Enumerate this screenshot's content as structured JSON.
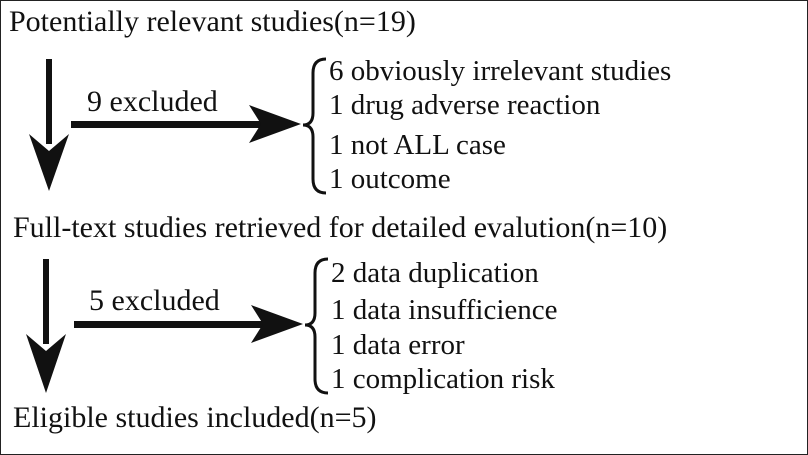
{
  "stages": [
    {
      "label": "Potentially relevant studies(n=19)"
    },
    {
      "label": "Full-text studies retrieved for detailed evalution(n=10)"
    },
    {
      "label": "Eligible studies included(n=5)"
    }
  ],
  "exclusions": [
    {
      "label": "9 excluded",
      "reasons": [
        "6 obviously irrelevant studies",
        "1 drug adverse reaction",
        "1 not ALL case",
        "1 outcome"
      ]
    },
    {
      "label": "5 excluded",
      "reasons": [
        "2 data duplication",
        "1 data insufficience",
        "1 data error",
        "1 complication risk"
      ]
    }
  ]
}
